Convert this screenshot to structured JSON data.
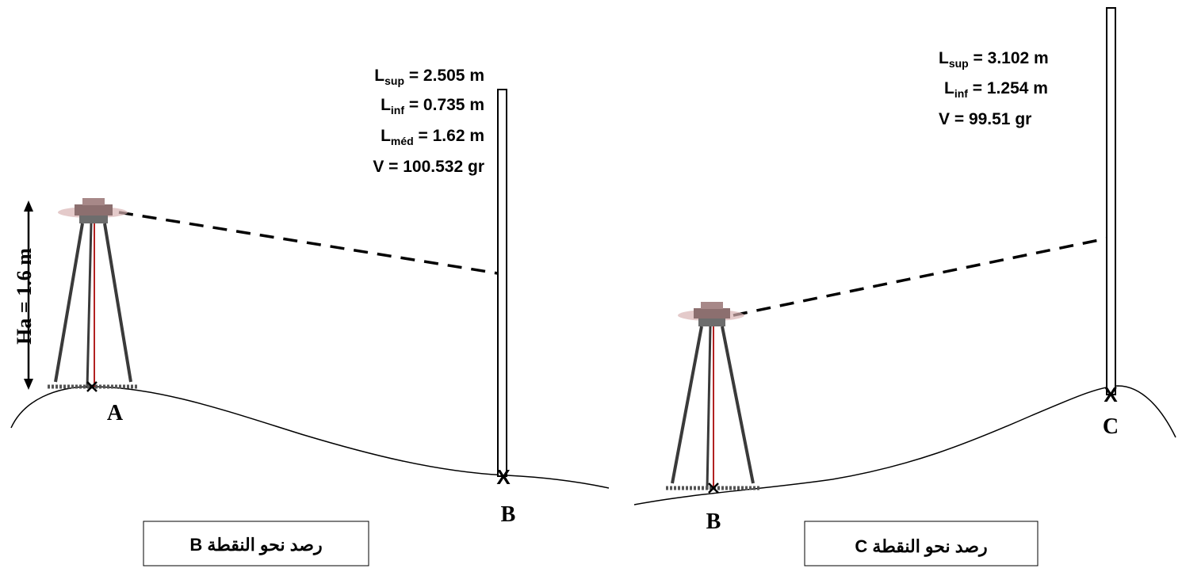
{
  "panel_b": {
    "measurements": [
      {
        "symbol": "L",
        "sub": "sup",
        "value": " = 2.505 m"
      },
      {
        "symbol": "L",
        "sub": "inf",
        "value": " = 0.735 m"
      },
      {
        "symbol": "L",
        "sub": "méd",
        "value": " = 1.62 m"
      },
      {
        "symbol": "",
        "sub": "",
        "value": "V = 100.532 gr"
      }
    ],
    "instrument_height_label": "Ha = 1.6 m",
    "station_label": "A",
    "target_mark": "X",
    "target_label": "B",
    "caption": "رصد نحو النقطة B"
  },
  "panel_c": {
    "measurements": [
      {
        "symbol": "L",
        "sub": "sup",
        "value": " = 3.102 m"
      },
      {
        "symbol": "L",
        "sub": "inf",
        "value": " = 1.254 m"
      },
      {
        "symbol": "",
        "sub": "",
        "value": "V = 99.51 gr"
      }
    ],
    "station_label": "B",
    "target_mark": "X",
    "target_label": "C",
    "caption": "رصد نحو النقطة C"
  },
  "colors": {
    "ink": "#000000",
    "plumb": "#b22222",
    "tripod_leg": "#3a3a3a"
  }
}
